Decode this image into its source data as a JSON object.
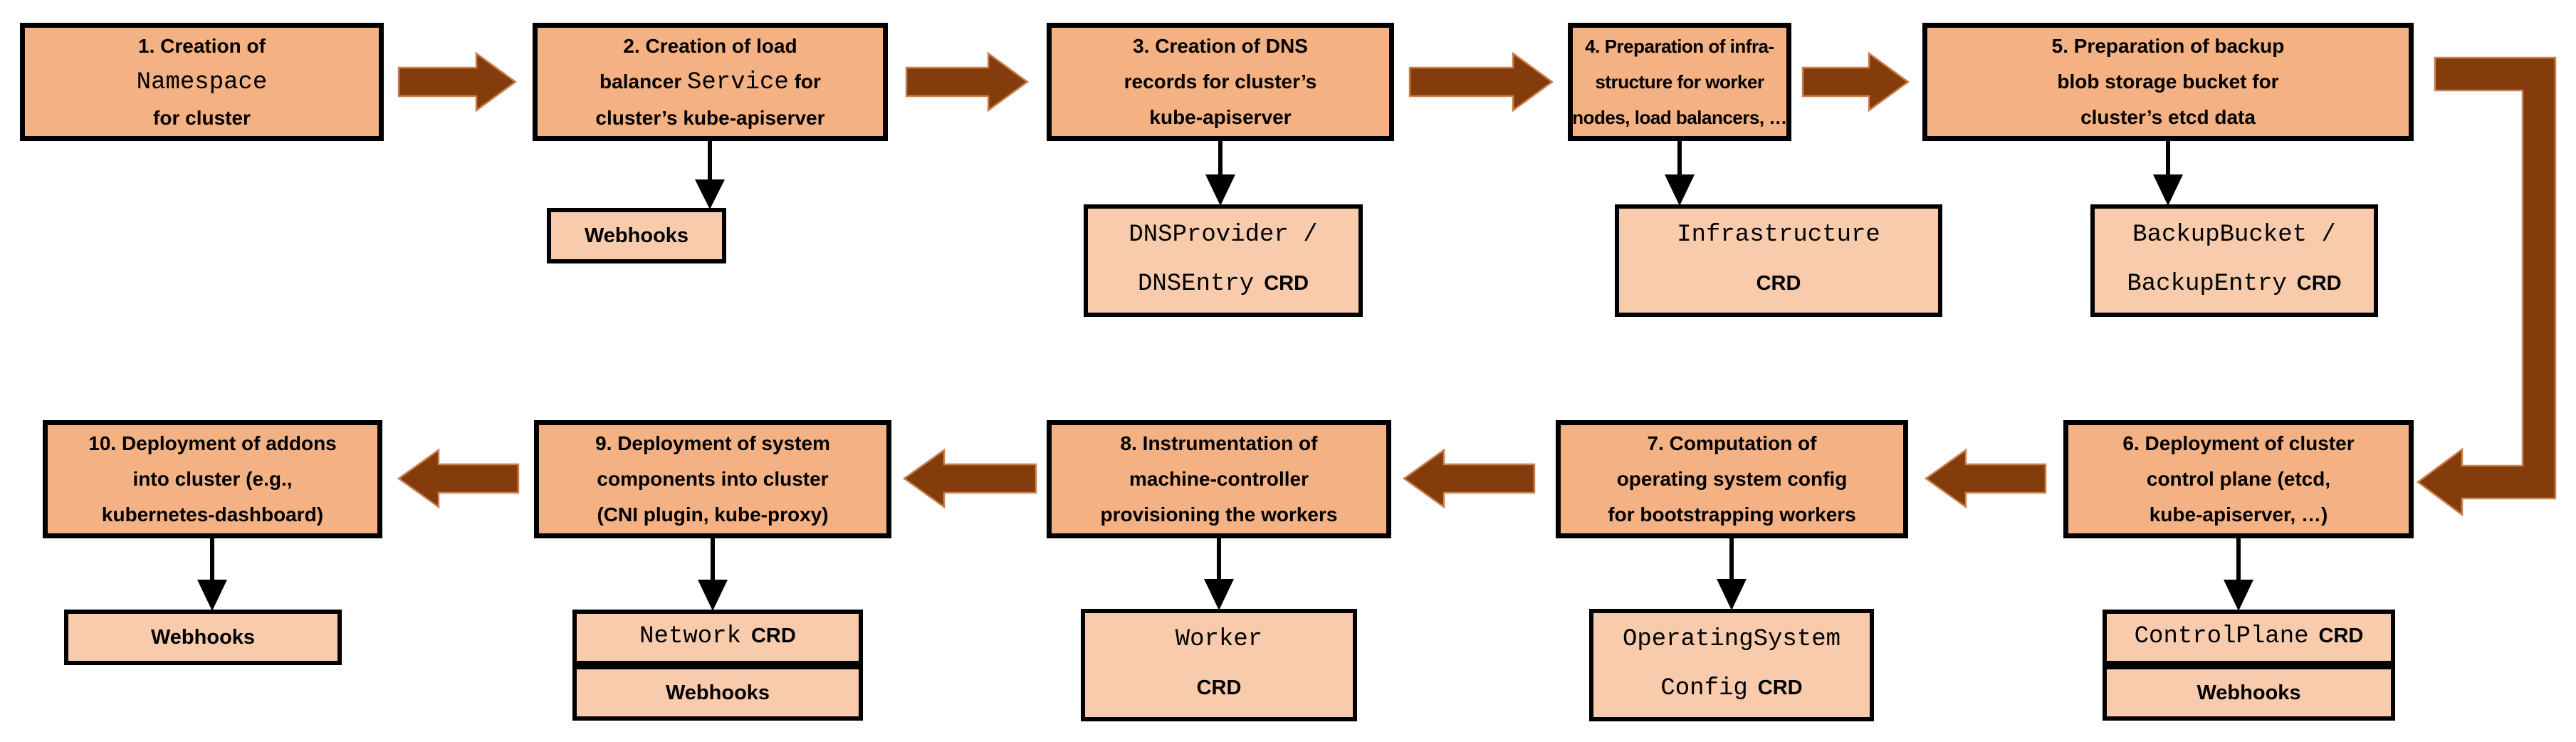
{
  "colors": {
    "step_fill": "#F4B183",
    "crd_fill": "#F8CBAD",
    "arrow_brown": "#843C0C",
    "arrow_outline": "#C9824F",
    "border": "#000000",
    "connector_black": "#000000"
  },
  "steps": {
    "s1": {
      "l1": "1. Creation of",
      "code": "Namespace",
      "l3": "for cluster"
    },
    "s2": {
      "l1": "2. Creation of load",
      "l2_pre": "balancer ",
      "l2_code": "Service",
      "l2_post": " for",
      "l3": "cluster’s kube-apiserver"
    },
    "s3": {
      "l1": "3. Creation of DNS",
      "l2": "records for cluster’s",
      "l3": "kube-apiserver"
    },
    "s4": {
      "l1": "4. Preparation of infra-",
      "l2": "structure for worker",
      "l3": "nodes, load balancers, …"
    },
    "s5": {
      "l1": "5. Preparation of backup",
      "l2": "blob storage bucket for",
      "l3": "cluster’s etcd data"
    },
    "s6": {
      "l1": "6. Deployment of cluster",
      "l2": "control plane (etcd,",
      "l3": "kube-apiserver, …)"
    },
    "s7": {
      "l1": "7. Computation of",
      "l2": "operating system config",
      "l3": "for bootstrapping workers"
    },
    "s8": {
      "l1": "8. Instrumentation of",
      "l2": "machine-controller",
      "l3": "provisioning the workers"
    },
    "s9": {
      "l1": "9. Deployment of system",
      "l2": "components into cluster",
      "l3": "(CNI plugin, kube-proxy)"
    },
    "s10": {
      "l1": "10. Deployment of addons",
      "l2": "into cluster (e.g.,",
      "l3": "kubernetes-dashboard)"
    }
  },
  "crds": {
    "webhooks_s2": "Webhooks",
    "dns_l1": "DNSProvider /",
    "dns_l2_code": "DNSEntry",
    "dns_l2_label": "CRD",
    "infra_code": "Infrastructure",
    "infra_label": "CRD",
    "backup_l1": "BackupBucket /",
    "backup_l2_code": "BackupEntry",
    "backup_l2_label": "CRD",
    "controlplane_code": "ControlPlane",
    "controlplane_label": "CRD",
    "webhooks_s6": "Webhooks",
    "os_l1": "OperatingSystem",
    "os_l2_code": "Config",
    "os_l2_label": "CRD",
    "worker_code": "Worker",
    "worker_label": "CRD",
    "network_code": "Network",
    "network_label": "CRD",
    "webhooks_s9": "Webhooks",
    "webhooks_s10": "Webhooks"
  }
}
